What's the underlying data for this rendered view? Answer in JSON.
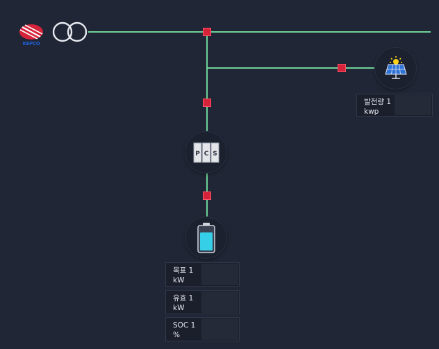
{
  "logo": {
    "text": "KEPCO",
    "brand_color": "#d4233a",
    "text_color": "#1f5fd6"
  },
  "icons": {
    "grid_logo": "kepco-logo-icon",
    "transformer": "transformer-icon",
    "solar": "solar-panel-icon",
    "pcs": "pcs-icon",
    "battery": "battery-icon"
  },
  "pcs": {
    "letters": [
      "P",
      "C",
      "S"
    ]
  },
  "solar_info": {
    "label": "발전량",
    "value": "1",
    "unit": "kwp"
  },
  "battery_info": [
    {
      "label": "목표",
      "value": "1",
      "unit": "kW"
    },
    {
      "label": "유효",
      "value": "1",
      "unit": "kW"
    },
    {
      "label": "SOC",
      "value": "1",
      "unit": "%"
    }
  ],
  "colors": {
    "background": "#212636",
    "line": "#6fd39a",
    "breaker": "#d4233a"
  }
}
